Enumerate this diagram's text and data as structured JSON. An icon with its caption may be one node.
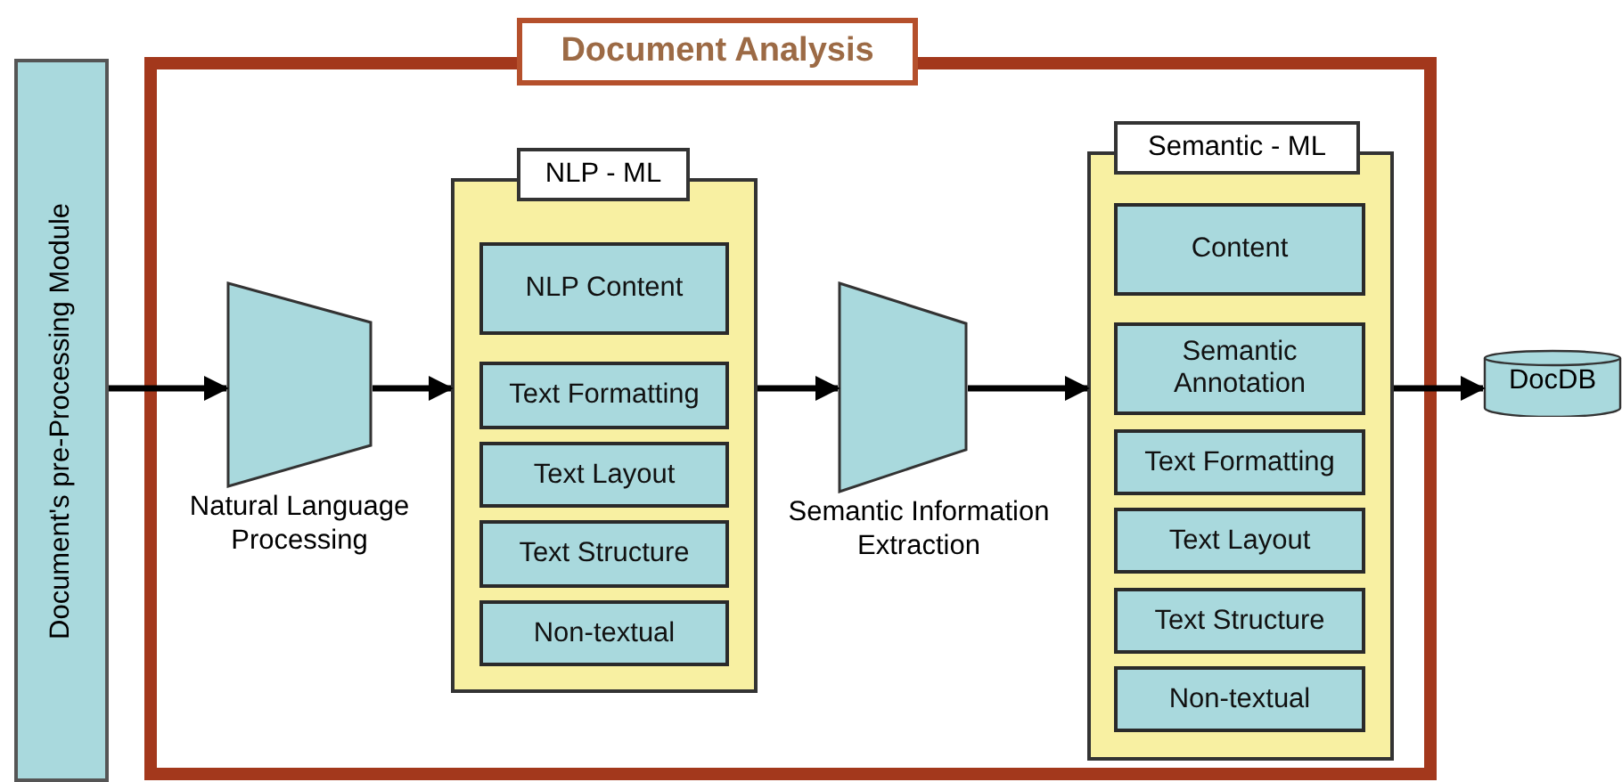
{
  "diagram": {
    "nodes": [
      {
        "text": [
          "Document's pre-Processing Module"
        ]
      },
      {
        "text": [
          "Document Analysis"
        ]
      },
      {
        "text": [
          "Natural Language Processing"
        ],
        "in": 1
      },
      {
        "text": [
          "NLP - ML"
        ],
        "in": 1
      },
      {
        "text": [
          "NLP Content"
        ],
        "in": 3
      },
      {
        "text": [
          "Text Formatting"
        ],
        "in": 3
      },
      {
        "text": [
          "Text Layout"
        ],
        "in": 3
      },
      {
        "text": [
          "Text Structure"
        ],
        "in": 3
      },
      {
        "text": [
          "Non-textual"
        ],
        "in": 3
      },
      {
        "text": [
          "Semantic Information Extraction"
        ],
        "in": 1
      },
      {
        "text": [
          "Semantic - ML"
        ],
        "in": 1
      },
      {
        "text": [
          "Content"
        ],
        "in": 10
      },
      {
        "text": [
          "Semantic Annotation"
        ],
        "in": 10
      },
      {
        "text": [
          "Text Formatting"
        ],
        "in": 10
      },
      {
        "text": [
          "Text Layout"
        ],
        "in": 10
      },
      {
        "text": [
          "Text Structure"
        ],
        "in": 10
      },
      {
        "text": [
          "Non-textual"
        ],
        "in": 10
      },
      {
        "text": [
          "DocDB"
        ]
      }
    ],
    "edges": [
      {
        "from": 0,
        "to": 2,
        "arrow": "to"
      },
      {
        "from": 2,
        "to": 3,
        "arrow": "to"
      },
      {
        "from": 3,
        "to": 9,
        "arrow": "to"
      },
      {
        "from": 9,
        "to": 10,
        "arrow": "to"
      },
      {
        "from": 10,
        "to": 17,
        "arrow": "to"
      }
    ]
  }
}
